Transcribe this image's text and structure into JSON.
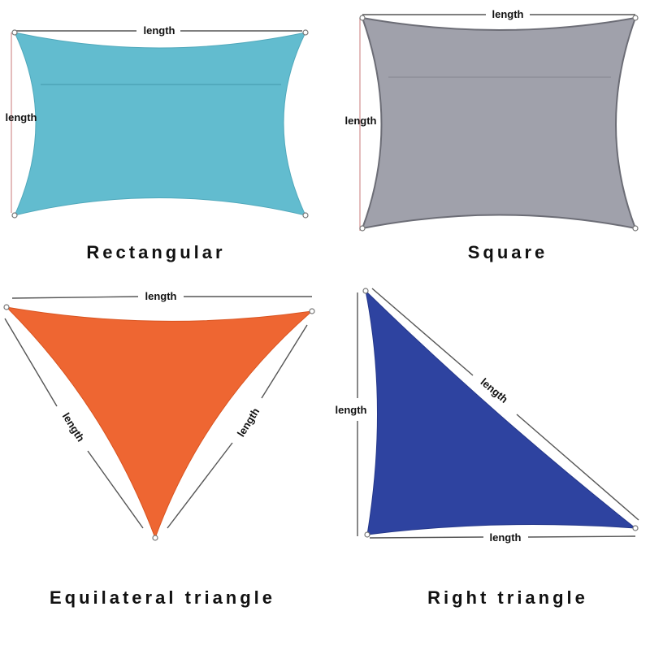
{
  "dimension_label": "length",
  "colors": {
    "rectangular": "#62bccf",
    "square": "#a0a1ab",
    "equilateral": "#ee6632",
    "right": "#2e43a0"
  },
  "panels": [
    {
      "caption": "Rectangular",
      "color_key": "rectangular"
    },
    {
      "caption": "Square",
      "color_key": "square"
    },
    {
      "caption": "Equilateral triangle",
      "color_key": "equilateral"
    },
    {
      "caption": "Right triangle",
      "color_key": "right"
    }
  ]
}
